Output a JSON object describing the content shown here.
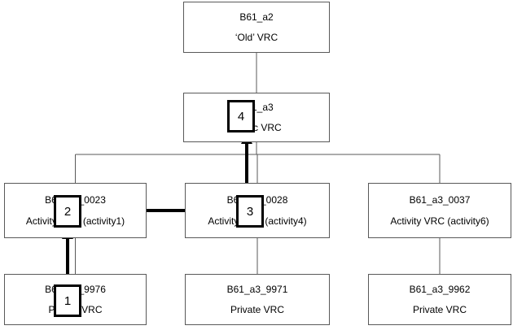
{
  "diagram": {
    "nodes": {
      "old_vrc": {
        "id": "B61_a2",
        "label": "‘Old’ VRC"
      },
      "public_vrc": {
        "id": "B61_a3",
        "label": "Public VRC"
      },
      "activity1": {
        "id": "B61_a3_0023",
        "label": "Activity VRC (activity1)"
      },
      "activity4": {
        "id": "B61_a3_0028",
        "label": "Activity VRC (activity4)"
      },
      "activity6": {
        "id": "B61_a3_0037",
        "label": "Activity VRC (activity6)"
      },
      "private1": {
        "id": "B61_a3_9976",
        "label": "Private VRC"
      },
      "private4": {
        "id": "B61_a3_9971",
        "label": "Private VRC"
      },
      "private6": {
        "id": "B61_a3_9962",
        "label": "Private VRC"
      }
    },
    "steps": {
      "s1": "1",
      "s2": "2",
      "s3": "3",
      "s4": "4"
    },
    "step_arrows": [
      "1->2",
      "2->3",
      "3->4"
    ],
    "colors": {
      "box_border": "#595959",
      "arrow": "#000000",
      "background": "#ffffff"
    }
  }
}
